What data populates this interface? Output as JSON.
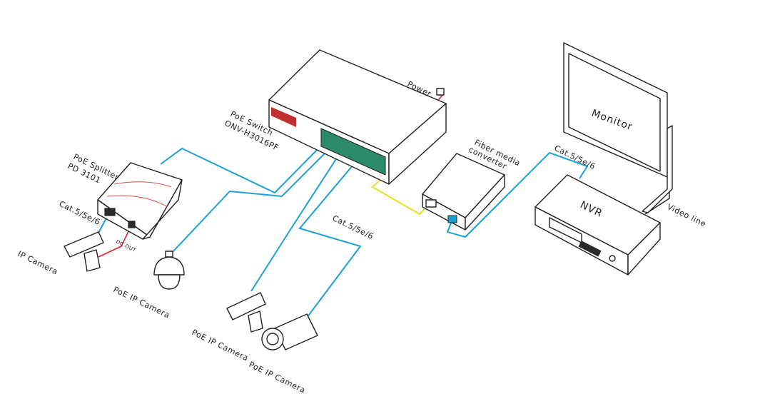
{
  "title": "PoE network diagram",
  "labels": {
    "switch_line1": "PoE  Switch",
    "switch_line2": "ONV-H3016PF",
    "power": "Power",
    "splitter_line1": "PoE Splitter",
    "splitter_line2": "PD 3101",
    "cable_splitter": "Cat.5/5e/6",
    "dc_out": "DC OUT",
    "ip_camera": "IP Camera",
    "poe_cam_dome": "PoE IP Camera",
    "poe_cam_box": "PoE IP Camera",
    "poe_cam_bullet": "PoE IP Camera",
    "cable_cams": "Cat.5/5e/6",
    "fiber_line1": "Fiber media",
    "fiber_line2": "converter",
    "cable_nvr": "Cat.5/5e/6",
    "monitor": "Monitor",
    "nvr": "NVR",
    "video_line": "Video line"
  },
  "colors": {
    "ethernet": "#1aa0d4",
    "power": "#e0202a",
    "fiber": "#e8e020"
  }
}
